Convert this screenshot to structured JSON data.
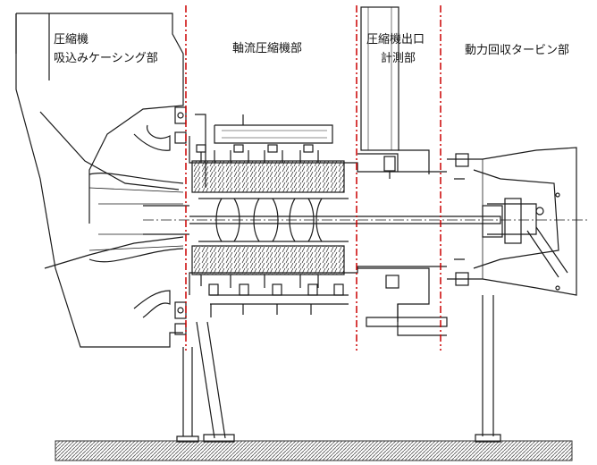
{
  "sections": [
    {
      "id": "intake",
      "lines": [
        "圧縮機",
        "吸込みケーシング部"
      ]
    },
    {
      "id": "axial-compressor",
      "lines": [
        "軸流圧縮機部"
      ]
    },
    {
      "id": "outlet-measurement",
      "lines": [
        "圧縮機出口",
        "計測部"
      ]
    },
    {
      "id": "power-turbine",
      "lines": [
        "動力回収タービン部"
      ]
    }
  ],
  "colors": {
    "divider": "#cc0000",
    "line": "#1a1a1a",
    "ground_hatch": "#555555"
  }
}
